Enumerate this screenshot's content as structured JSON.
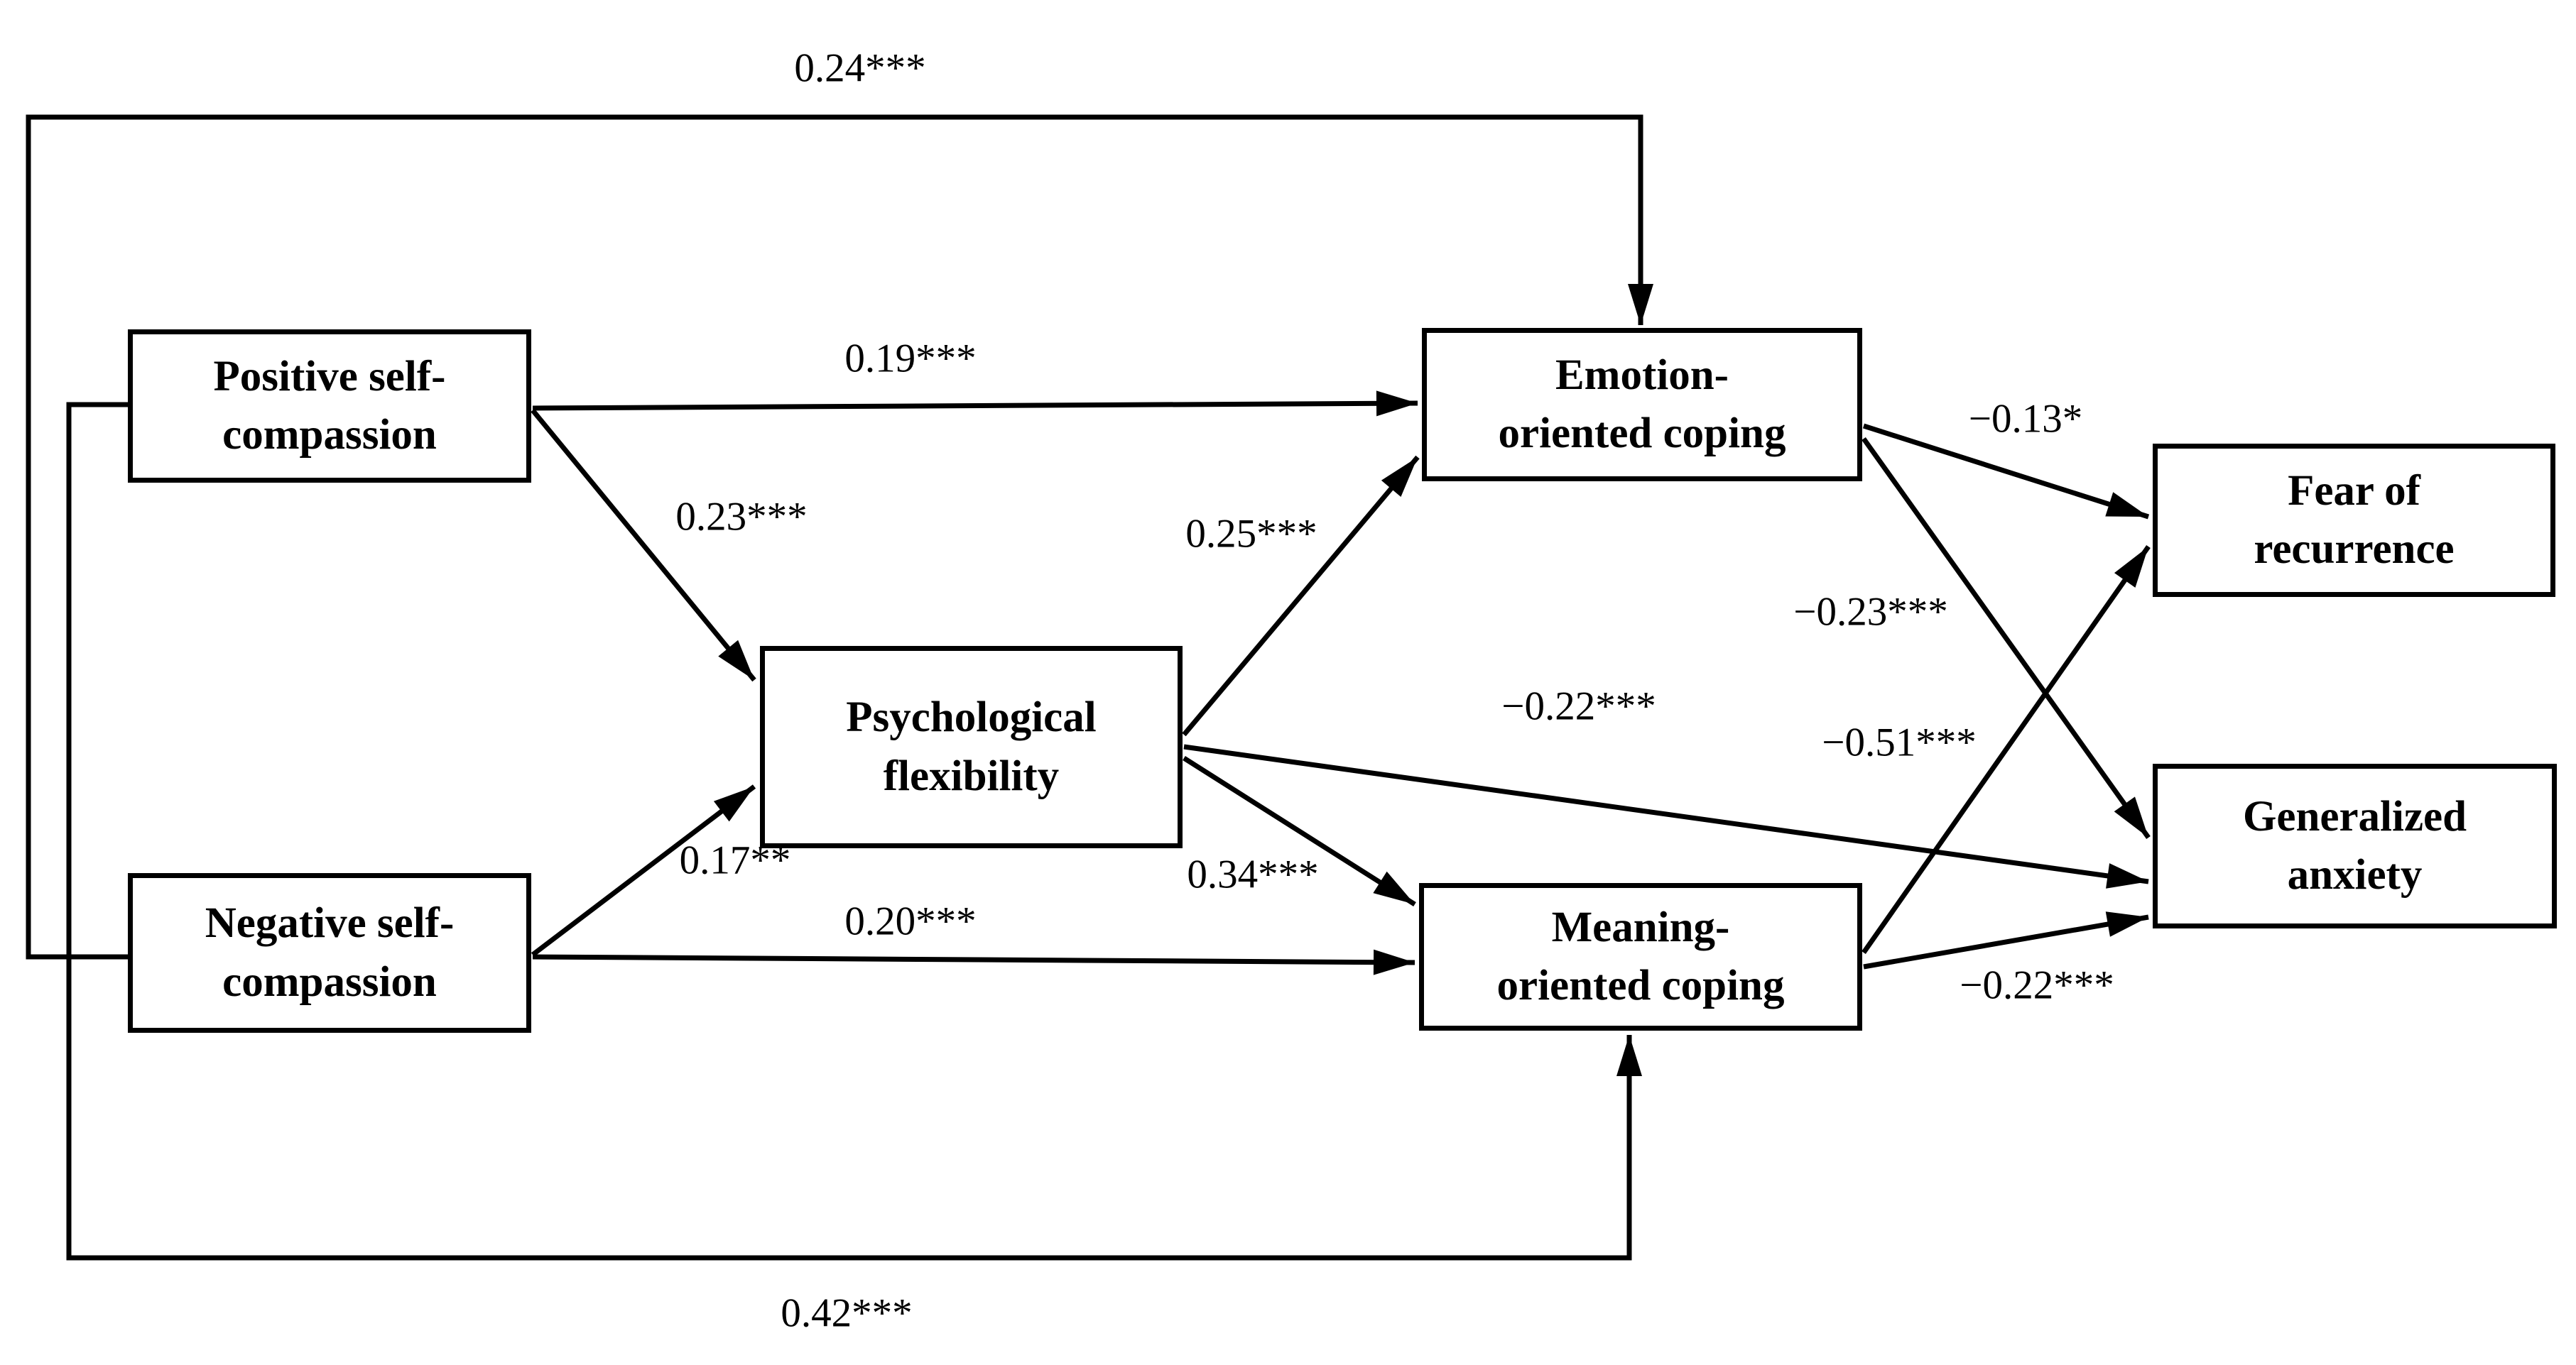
{
  "figure": {
    "background_color": "#ffffff",
    "line_color": "#000000",
    "box_border_color": "#000000",
    "text_color": "#000000"
  },
  "nodes": [
    {
      "id": "positive-self-compassion",
      "label": "Positive self-\ncompassion"
    },
    {
      "id": "negative-self-compassion",
      "label": "Negative self-\ncompassion"
    },
    {
      "id": "psychological-flexibility",
      "label": "Psychological\nflexibility"
    },
    {
      "id": "emotion-oriented-coping",
      "label": "Emotion-\noriented coping"
    },
    {
      "id": "meaning-oriented-coping",
      "label": "Meaning-\noriented coping"
    },
    {
      "id": "fear-of-recurrence",
      "label": "Fear of\nrecurrence"
    },
    {
      "id": "generalized-anxiety",
      "label": "Generalized\nanxiety"
    }
  ],
  "edges": [
    {
      "from": "positive-self-compassion",
      "to": "emotion-oriented-coping",
      "label": "0.19***"
    },
    {
      "from": "positive-self-compassion",
      "to": "psychological-flexibility",
      "label": "0.23***"
    },
    {
      "from": "negative-self-compassion",
      "to": "psychological-flexibility",
      "label": "0.17**"
    },
    {
      "from": "negative-self-compassion",
      "to": "meaning-oriented-coping",
      "label": "0.20***"
    },
    {
      "from": "psychological-flexibility",
      "to": "emotion-oriented-coping",
      "label": "0.25***"
    },
    {
      "from": "psychological-flexibility",
      "to": "meaning-oriented-coping",
      "label": "0.34***"
    },
    {
      "from": "psychological-flexibility",
      "to": "generalized-anxiety",
      "label": "−0.22***"
    },
    {
      "from": "emotion-oriented-coping",
      "to": "fear-of-recurrence",
      "label": "−0.13*"
    },
    {
      "from": "emotion-oriented-coping",
      "to": "generalized-anxiety",
      "label": "−0.23***"
    },
    {
      "from": "meaning-oriented-coping",
      "to": "fear-of-recurrence",
      "label": "−0.51***"
    },
    {
      "from": "meaning-oriented-coping",
      "to": "generalized-anxiety",
      "label": "−0.22***"
    },
    {
      "from": "negative-self-compassion",
      "to": "emotion-oriented-coping",
      "label": "0.24***"
    },
    {
      "from": "positive-self-compassion",
      "to": "meaning-oriented-coping",
      "label": "0.42***"
    }
  ]
}
